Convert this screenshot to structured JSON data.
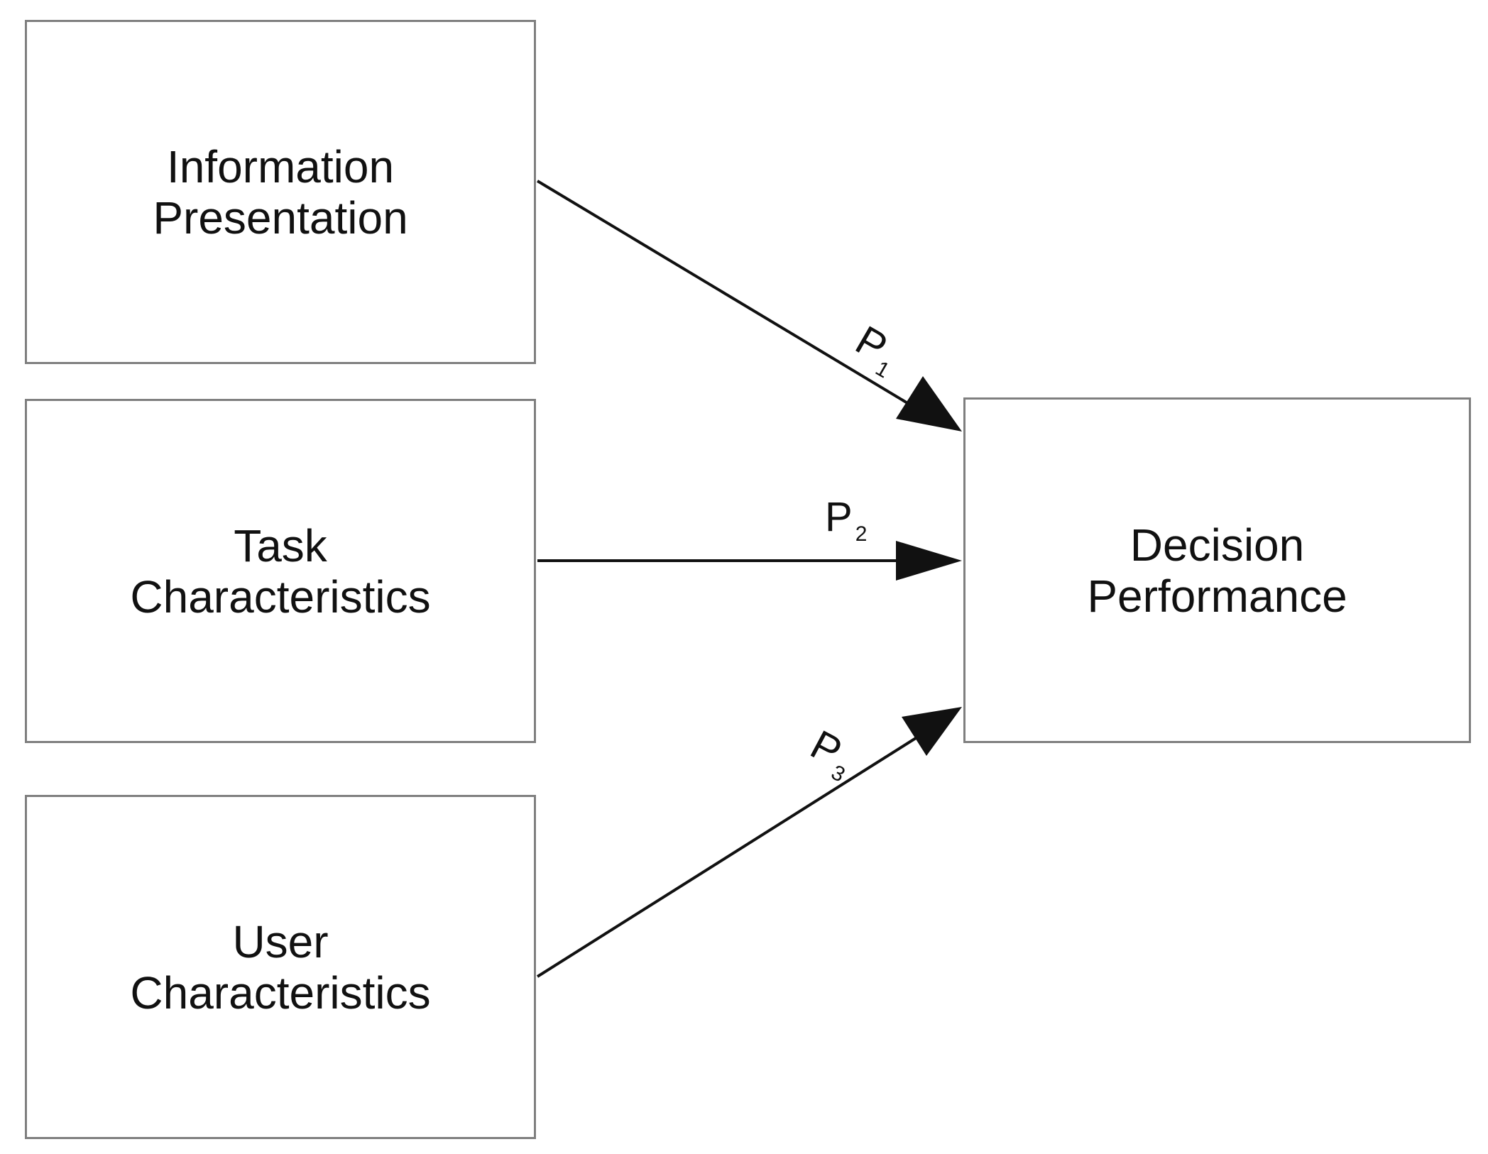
{
  "nodes": {
    "information_presentation": {
      "line1": "Information",
      "line2": "Presentation"
    },
    "task_characteristics": {
      "line1": "Task",
      "line2": "Characteristics"
    },
    "user_characteristics": {
      "line1": "User",
      "line2": "Characteristics"
    },
    "decision_performance": {
      "line1": "Decision",
      "line2": "Performance"
    }
  },
  "edges": [
    {
      "from": "information_presentation",
      "to": "decision_performance",
      "label": "P",
      "sub": "1"
    },
    {
      "from": "task_characteristics",
      "to": "decision_performance",
      "label": "P",
      "sub": "2"
    },
    {
      "from": "user_characteristics",
      "to": "decision_performance",
      "label": "P",
      "sub": "3"
    }
  ],
  "colors": {
    "box_border": "#7f7f7f",
    "arrow": "#111111",
    "text": "#111111",
    "background": "#ffffff"
  }
}
